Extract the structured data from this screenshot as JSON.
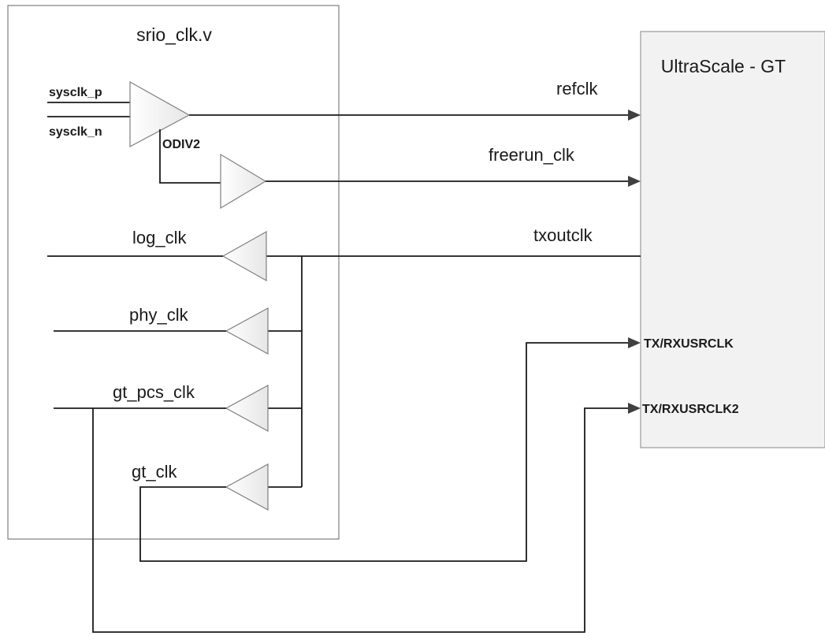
{
  "module": {
    "title": "srio_clk.v"
  },
  "gt_block": {
    "title": "UltraScale - GT"
  },
  "inputs": {
    "p": "sysclk_p",
    "n": "sysclk_n"
  },
  "odiv_label": "ODIV2",
  "signals": {
    "refclk": "refclk",
    "freerun_clk": "freerun_clk",
    "txoutclk": "txoutclk",
    "log_clk": "log_clk",
    "phy_clk": "phy_clk",
    "gt_pcs_clk": "gt_pcs_clk",
    "gt_clk": "gt_clk"
  },
  "gt_ports": {
    "usrclk": "TX/RXUSRCLK",
    "usrclk2": "TX/RXUSRCLK2"
  }
}
